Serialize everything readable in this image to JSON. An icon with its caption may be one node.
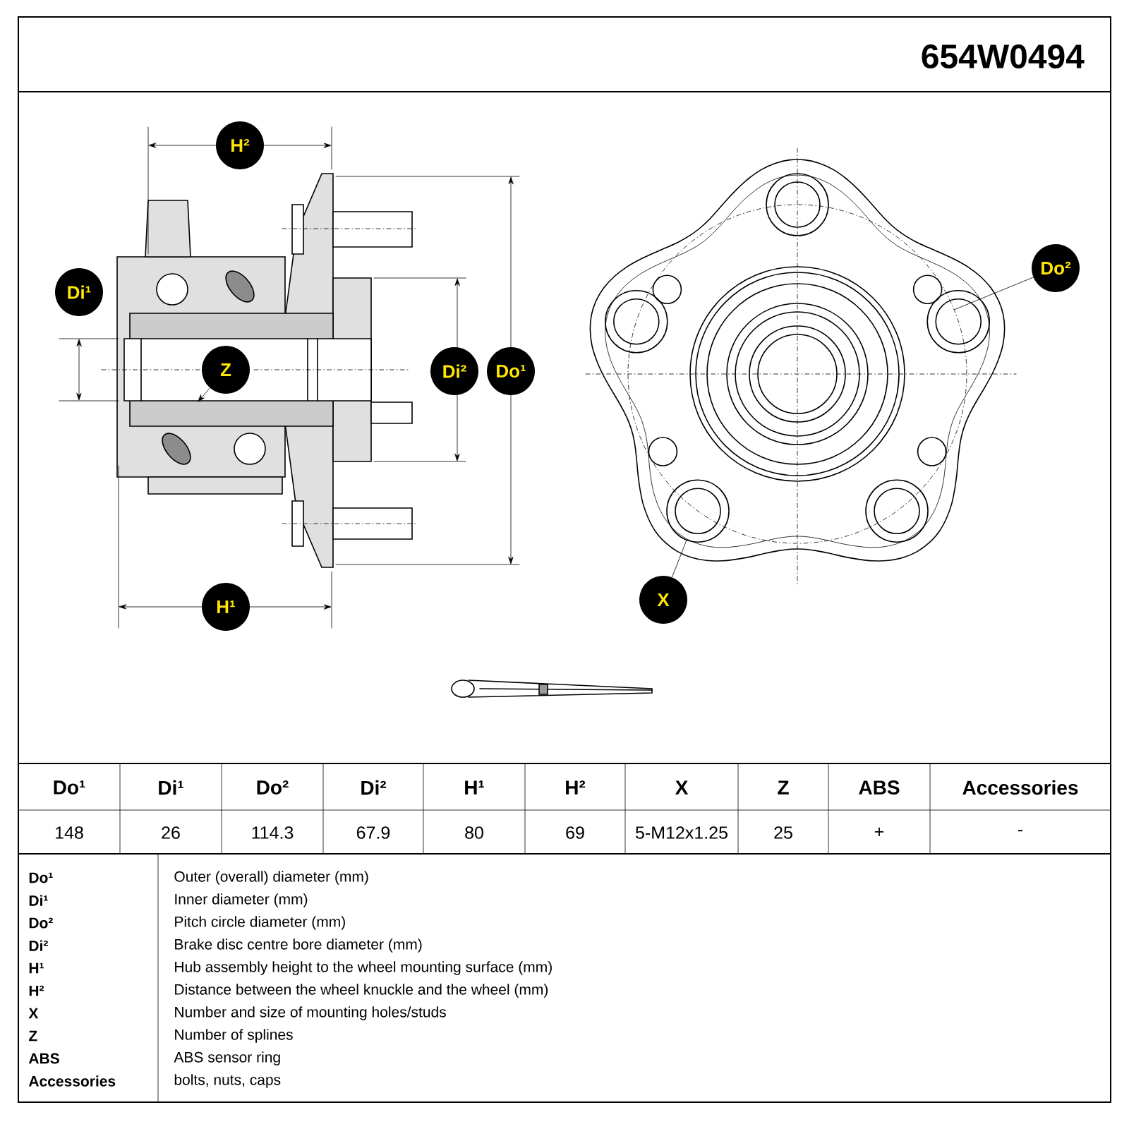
{
  "diagram": {
    "nodes": [
      {
        "text": [
          "H²"
        ]
      },
      {
        "text": [
          "Do²"
        ]
      },
      {
        "text": [
          "Di¹"
        ]
      },
      {
        "text": [
          "Z"
        ]
      },
      {
        "text": [
          "Di²"
        ]
      },
      {
        "text": [
          "Do¹"
        ]
      },
      {
        "text": [
          "X"
        ]
      },
      {
        "text": [
          "H¹"
        ]
      },
      {
        "text": [],
        "shape": "circle"
      },
      {
        "text": [],
        "shape": "circle"
      }
    ],
    "edges": [
      {
        "from": 1,
        "to": 8,
        "arrow": "none"
      },
      {
        "from": 3,
        "to": null,
        "arrow": "to"
      },
      {
        "from": 6,
        "to": 9,
        "arrow": "none"
      }
    ],
    "labels": [
      "654W0494",
      "Do¹",
      "Di¹",
      "Do²",
      "Di²",
      "H¹",
      "H²",
      "X",
      "Z",
      "ABS",
      "Accessories",
      "148",
      "26",
      "114.3",
      "67.9",
      "80",
      "69",
      "5-M12x1.25",
      "25",
      "+",
      "-",
      "Do¹",
      "Outer (overall) diameter (mm)",
      "Di¹",
      "Inner diameter (mm)",
      "Do²",
      "Pitch circle diameter (mm)",
      "Di²",
      "Brake disc centre bore diameter (mm)",
      "H¹",
      "Hub assembly height to the wheel mounting surface (mm)",
      "H²",
      "Distance between the wheel knuckle and the wheel (mm)",
      "X",
      "Number and size of mounting holes/studs",
      "Z",
      "Number of splines",
      "ABS",
      "ABS sensor ring",
      "Accessories",
      "bolts, nuts, caps"
    ]
  }
}
